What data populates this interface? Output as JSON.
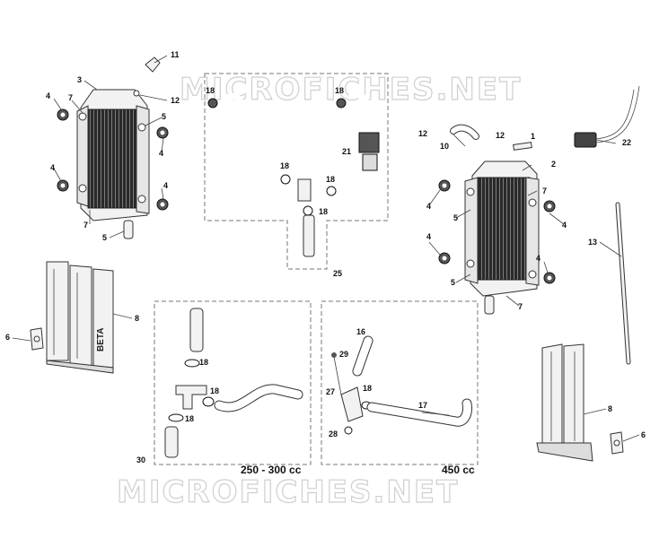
{
  "watermark": {
    "top": "MICROFICHES.NET",
    "bottom": "MICROFICHES.NET"
  },
  "variant_labels": {
    "left_box": "250 - 300 cc",
    "right_box": "450 cc"
  },
  "guard_lettering": "BETA",
  "colors": {
    "line": "#333333",
    "dash": "#777777",
    "part_fill": "#f2f2f2",
    "dark": "#1a1a1a",
    "watermark": "#cfcfcf"
  },
  "callouts": [
    {
      "id": "c11",
      "label": "11"
    },
    {
      "id": "c3",
      "label": "3"
    },
    {
      "id": "c12a",
      "label": "12"
    },
    {
      "id": "c4a",
      "label": "4"
    },
    {
      "id": "c7a",
      "label": "7"
    },
    {
      "id": "c5a",
      "label": "5"
    },
    {
      "id": "c4b",
      "label": "4"
    },
    {
      "id": "c4c",
      "label": "4"
    },
    {
      "id": "c4d",
      "label": "4"
    },
    {
      "id": "c7b",
      "label": "7"
    },
    {
      "id": "c5b",
      "label": "5"
    },
    {
      "id": "c8a",
      "label": "8"
    },
    {
      "id": "c6a",
      "label": "6"
    },
    {
      "id": "c18a",
      "label": "18"
    },
    {
      "id": "c18b",
      "label": "18"
    },
    {
      "id": "c21",
      "label": "21"
    },
    {
      "id": "c18c",
      "label": "18"
    },
    {
      "id": "c18d",
      "label": "18"
    },
    {
      "id": "c18e",
      "label": "18"
    },
    {
      "id": "c25",
      "label": "25"
    },
    {
      "id": "c1",
      "label": "1"
    },
    {
      "id": "c12b",
      "label": "12"
    },
    {
      "id": "c12c",
      "label": "12"
    },
    {
      "id": "c10",
      "label": "10"
    },
    {
      "id": "c2",
      "label": "2"
    },
    {
      "id": "c22",
      "label": "22"
    },
    {
      "id": "c7c",
      "label": "7"
    },
    {
      "id": "c4e",
      "label": "4"
    },
    {
      "id": "c5c",
      "label": "5"
    },
    {
      "id": "c4f",
      "label": "4"
    },
    {
      "id": "c4g",
      "label": "4"
    },
    {
      "id": "c4h",
      "label": "4"
    },
    {
      "id": "c5d",
      "label": "5"
    },
    {
      "id": "c7d",
      "label": "7"
    },
    {
      "id": "c13",
      "label": "13"
    },
    {
      "id": "c8b",
      "label": "8"
    },
    {
      "id": "c6b",
      "label": "6"
    },
    {
      "id": "c18f",
      "label": "18"
    },
    {
      "id": "c18g",
      "label": "18"
    },
    {
      "id": "c18h",
      "label": "18"
    },
    {
      "id": "c30",
      "label": "30"
    },
    {
      "id": "c16",
      "label": "16"
    },
    {
      "id": "c29",
      "label": "29"
    },
    {
      "id": "c18i",
      "label": "18"
    },
    {
      "id": "c27",
      "label": "27"
    },
    {
      "id": "c17",
      "label": "17"
    },
    {
      "id": "c28",
      "label": "28"
    }
  ]
}
